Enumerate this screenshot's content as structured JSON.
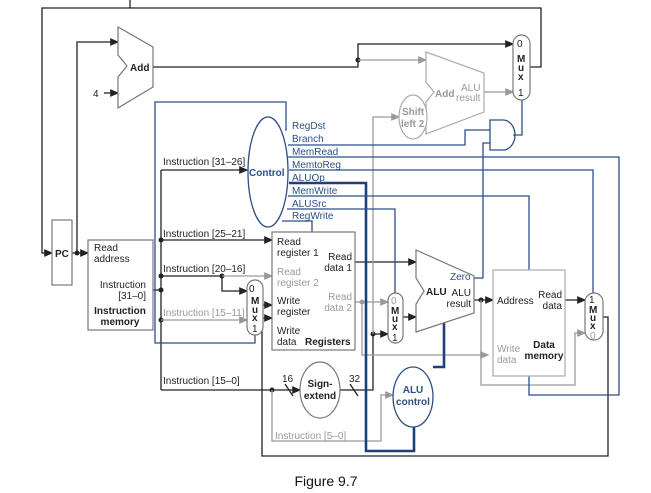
{
  "caption": "Figure 9.7",
  "pc": {
    "label": "PC"
  },
  "constant_four": "4",
  "pc_adder": {
    "label": "Add"
  },
  "branch_adder": {
    "label": "Add",
    "result_label_1": "ALU",
    "result_label_2": "result"
  },
  "shift_left": {
    "line1": "Shift",
    "line2": "left 2"
  },
  "mux": {
    "m": "M",
    "u": "u",
    "x": "x",
    "zero": "0",
    "one": "1"
  },
  "control": {
    "label": "Control",
    "signals": [
      "RegDst",
      "Branch",
      "MemRead",
      "MemtoReg",
      "ALUOp",
      "MemWrite",
      "ALUSrc",
      "RegWrite"
    ]
  },
  "instruction_memory": {
    "read_address_1": "Read",
    "read_address_2": "address",
    "instruction_1": "Instruction",
    "instruction_2": "[31–0]",
    "title_1": "Instruction",
    "title_2": "memory"
  },
  "instruction_fields": {
    "f31_26": "Instruction [31–26]",
    "f25_21": "Instruction [25–21]",
    "f20_16": "Instruction [20–16]",
    "f15_11": "Instruction [15–11]",
    "f15_0": "Instruction [15–0]",
    "f5_0": "Instruction [5–0]"
  },
  "registers": {
    "read_reg1_1": "Read",
    "read_reg1_2": "register 1",
    "read_reg2_1": "Read",
    "read_reg2_2": "register 2",
    "write_reg_1": "Write",
    "write_reg_2": "register",
    "write_data_1": "Write",
    "write_data_2": "data",
    "read_data1_1": "Read",
    "read_data1_2": "data 1",
    "read_data2_1": "Read",
    "read_data2_2": "data 2",
    "title": "Registers"
  },
  "sign_extend": {
    "line1": "Sign-",
    "line2": "extend",
    "in_width": "16",
    "out_width": "32"
  },
  "alu": {
    "label": "ALU",
    "zero": "Zero",
    "result_1": "ALU",
    "result_2": "result"
  },
  "alu_control": {
    "line1": "ALU",
    "line2": "control"
  },
  "data_memory": {
    "address": "Address",
    "read_data_1": "Read",
    "read_data_2": "data",
    "write_data_1": "Write",
    "write_data_2": "data",
    "title_1": "Data",
    "title_2": "memory"
  },
  "colors": {
    "control_blue": "#2c4f86",
    "datapath": "#222222",
    "inactive_gray": "#9a9a9a"
  }
}
